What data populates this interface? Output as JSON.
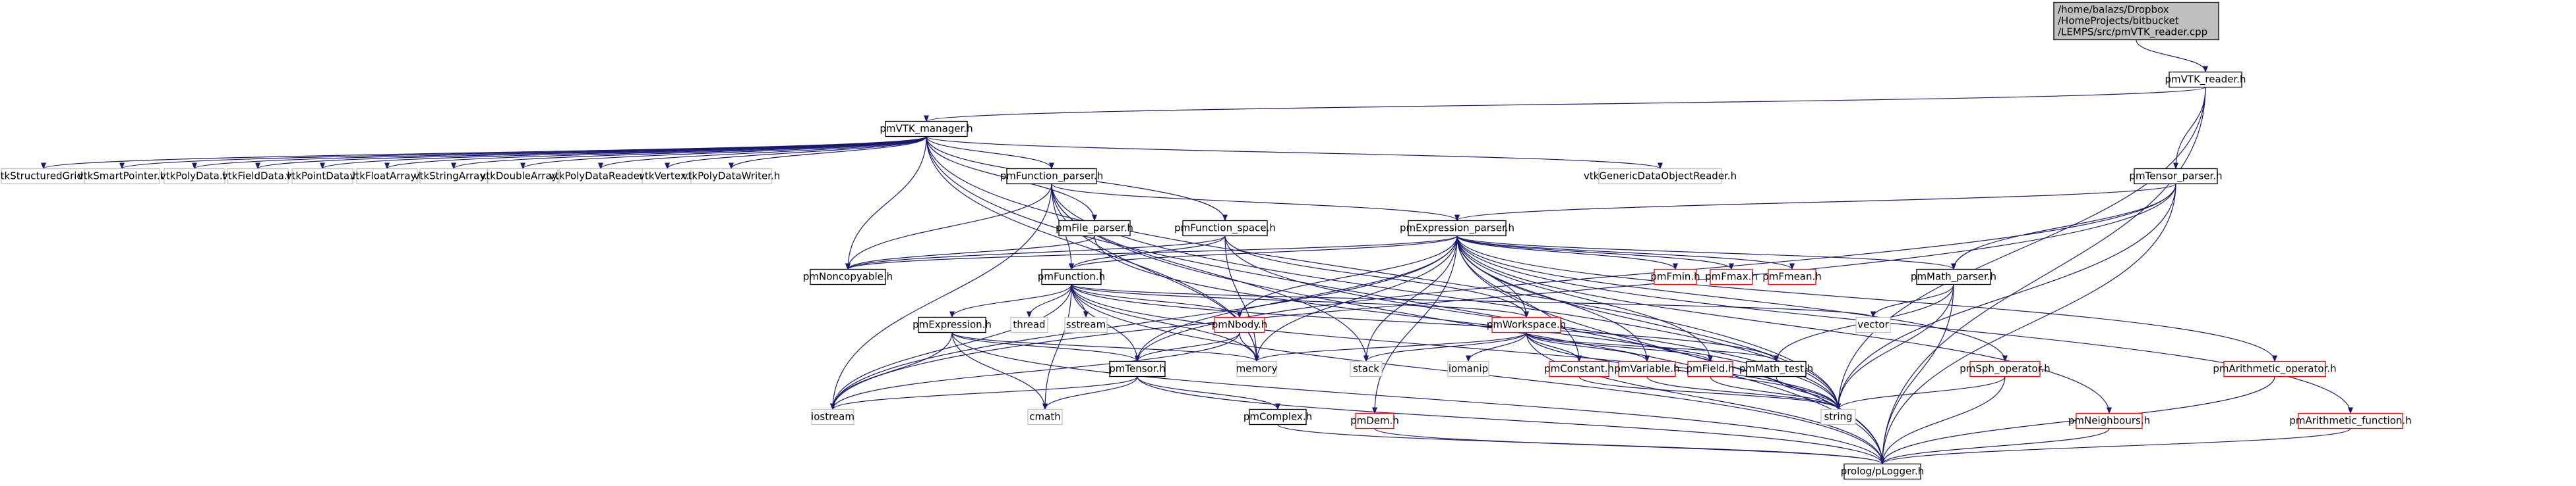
{
  "nodes": {
    "root": {
      "lines": [
        "/home/balazs/Dropbox",
        "/HomeProjects/bitbucket",
        "/LEMPS/src/pmVTK_reader.cpp"
      ],
      "kind": "root"
    },
    "pmVTK_reader": {
      "lines": [
        "pmVTK_reader.h"
      ],
      "kind": "file"
    },
    "pmVTK_manager": {
      "lines": [
        "pmVTK_manager.h"
      ],
      "kind": "file"
    },
    "pmTensor_parser": {
      "lines": [
        "pmTensor_parser.h"
      ],
      "kind": "file"
    },
    "vtkStructuredGrid": {
      "lines": [
        "vtkStructuredGrid.h"
      ],
      "kind": "system"
    },
    "vtkSmartPointer": {
      "lines": [
        "vtkSmartPointer.h"
      ],
      "kind": "system"
    },
    "vtkPolyData": {
      "lines": [
        "vtkPolyData.h"
      ],
      "kind": "system"
    },
    "vtkFieldData": {
      "lines": [
        "vtkFieldData.h"
      ],
      "kind": "system"
    },
    "vtkPointData": {
      "lines": [
        "vtkPointData.h"
      ],
      "kind": "system"
    },
    "vtkFloatArray": {
      "lines": [
        "vtkFloatArray.h"
      ],
      "kind": "system"
    },
    "vtkStringArray": {
      "lines": [
        "vtkStringArray.h"
      ],
      "kind": "system"
    },
    "vtkDoubleArray": {
      "lines": [
        "vtkDoubleArray.h"
      ],
      "kind": "system"
    },
    "vtkPolyDataReader": {
      "lines": [
        "vtkPolyDataReader.h"
      ],
      "kind": "system"
    },
    "vtkVertex": {
      "lines": [
        "vtkVertex.h"
      ],
      "kind": "system"
    },
    "vtkPolyDataWriter": {
      "lines": [
        "vtkPolyDataWriter.h"
      ],
      "kind": "system"
    },
    "vtkGenericDataObjectReader": {
      "lines": [
        "vtkGenericDataObjectReader.h"
      ],
      "kind": "system"
    },
    "pmFunction_parser": {
      "lines": [
        "pmFunction_parser.h"
      ],
      "kind": "file"
    },
    "pmFile_parser": {
      "lines": [
        "pmFile_parser.h"
      ],
      "kind": "file"
    },
    "pmFunction_space": {
      "lines": [
        "pmFunction_space.h"
      ],
      "kind": "file"
    },
    "pmExpression_parser": {
      "lines": [
        "pmExpression_parser.h"
      ],
      "kind": "file"
    },
    "pmNoncopyable": {
      "lines": [
        "pmNoncopyable.h"
      ],
      "kind": "file"
    },
    "pmFunction": {
      "lines": [
        "pmFunction.h"
      ],
      "kind": "file"
    },
    "pmFmin": {
      "lines": [
        "pmFmin.h"
      ],
      "kind": "missing"
    },
    "pmFmax": {
      "lines": [
        "pmFmax.h"
      ],
      "kind": "missing"
    },
    "pmFmean": {
      "lines": [
        "pmFmean.h"
      ],
      "kind": "missing"
    },
    "pmMath_parser": {
      "lines": [
        "pmMath_parser.h"
      ],
      "kind": "file"
    },
    "pmArithmetic_operator": {
      "lines": [
        "pmArithmetic_operator.h"
      ],
      "kind": "missing"
    },
    "vector": {
      "lines": [
        "vector"
      ],
      "kind": "system"
    },
    "thread": {
      "lines": [
        "thread"
      ],
      "kind": "system"
    },
    "sstream": {
      "lines": [
        "sstream"
      ],
      "kind": "system"
    },
    "pmExpression": {
      "lines": [
        "pmExpression.h"
      ],
      "kind": "file"
    },
    "pmNbody": {
      "lines": [
        "pmNbody.h"
      ],
      "kind": "missing"
    },
    "pmWorkspace": {
      "lines": [
        "pmWorkspace.h"
      ],
      "kind": "missing"
    },
    "memory": {
      "lines": [
        "memory"
      ],
      "kind": "system"
    },
    "stack": {
      "lines": [
        "stack"
      ],
      "kind": "system"
    },
    "iomanip": {
      "lines": [
        "iomanip"
      ],
      "kind": "system"
    },
    "pmConstant": {
      "lines": [
        "pmConstant.h"
      ],
      "kind": "missing"
    },
    "pmVariable": {
      "lines": [
        "pmVariable.h"
      ],
      "kind": "missing"
    },
    "pmField": {
      "lines": [
        "pmField.h"
      ],
      "kind": "missing"
    },
    "pmMath_test": {
      "lines": [
        "pmMath_test.h"
      ],
      "kind": "file"
    },
    "pmSph_operator": {
      "lines": [
        "pmSph_operator.h"
      ],
      "kind": "missing"
    },
    "pmTensor": {
      "lines": [
        "pmTensor.h"
      ],
      "kind": "file"
    },
    "iostream": {
      "lines": [
        "iostream"
      ],
      "kind": "system"
    },
    "cmath": {
      "lines": [
        "cmath"
      ],
      "kind": "system"
    },
    "pmComplex": {
      "lines": [
        "pmComplex.h"
      ],
      "kind": "file"
    },
    "pmDem": {
      "lines": [
        "pmDem.h"
      ],
      "kind": "missing"
    },
    "string": {
      "lines": [
        "string"
      ],
      "kind": "system"
    },
    "pmNeighbours": {
      "lines": [
        "pmNeighbours.h"
      ],
      "kind": "missing"
    },
    "pmArithmetic_function": {
      "lines": [
        "pmArithmetic_function.h"
      ],
      "kind": "missing"
    },
    "prolog": {
      "lines": [
        "prolog/pLogger.h"
      ],
      "kind": "file"
    }
  },
  "edges": [
    [
      "root",
      "pmVTK_reader"
    ],
    [
      "pmVTK_reader",
      "pmVTK_manager"
    ],
    [
      "pmVTK_reader",
      "pmTensor_parser"
    ],
    [
      "pmVTK_reader",
      "string"
    ],
    [
      "pmVTK_reader",
      "prolog"
    ],
    [
      "pmVTK_manager",
      "vtkStructuredGrid"
    ],
    [
      "pmVTK_manager",
      "vtkSmartPointer"
    ],
    [
      "pmVTK_manager",
      "vtkPolyData"
    ],
    [
      "pmVTK_manager",
      "vtkFieldData"
    ],
    [
      "pmVTK_manager",
      "vtkPointData"
    ],
    [
      "pmVTK_manager",
      "vtkFloatArray"
    ],
    [
      "pmVTK_manager",
      "vtkStringArray"
    ],
    [
      "pmVTK_manager",
      "vtkDoubleArray"
    ],
    [
      "pmVTK_manager",
      "vtkPolyDataReader"
    ],
    [
      "pmVTK_manager",
      "vtkVertex"
    ],
    [
      "pmVTK_manager",
      "vtkPolyDataWriter"
    ],
    [
      "pmVTK_manager",
      "vtkGenericDataObjectReader"
    ],
    [
      "pmVTK_manager",
      "pmFunction_parser"
    ],
    [
      "pmVTK_manager",
      "pmFile_parser"
    ],
    [
      "pmVTK_manager",
      "pmFunction_space"
    ],
    [
      "pmVTK_manager",
      "pmNoncopyable"
    ],
    [
      "pmVTK_manager",
      "memory"
    ],
    [
      "pmVTK_manager",
      "string"
    ],
    [
      "pmVTK_manager",
      "prolog"
    ],
    [
      "pmTensor_parser",
      "pmExpression_parser"
    ],
    [
      "pmTensor_parser",
      "pmMath_parser"
    ],
    [
      "pmTensor_parser",
      "pmTensor"
    ],
    [
      "pmTensor_parser",
      "string"
    ],
    [
      "pmTensor_parser",
      "prolog"
    ],
    [
      "pmTensor_parser",
      "iostream"
    ],
    [
      "pmFunction_parser",
      "pmExpression_parser"
    ],
    [
      "pmFunction_parser",
      "pmFunction"
    ],
    [
      "pmFunction_parser",
      "pmNoncopyable"
    ],
    [
      "pmFunction_parser",
      "memory"
    ],
    [
      "pmFunction_parser",
      "string"
    ],
    [
      "pmFunction_parser",
      "stack"
    ],
    [
      "pmFunction_parser",
      "iostream"
    ],
    [
      "pmFunction_parser",
      "prolog"
    ],
    [
      "pmFile_parser",
      "pmNoncopyable"
    ],
    [
      "pmFile_parser",
      "string"
    ],
    [
      "pmFunction_space",
      "pmFunction"
    ],
    [
      "pmFunction_space",
      "pmNoncopyable"
    ],
    [
      "pmFunction_space",
      "pmWorkspace"
    ],
    [
      "pmFunction_space",
      "memory"
    ],
    [
      "pmFunction_space",
      "string"
    ],
    [
      "pmExpression_parser",
      "pmFmin"
    ],
    [
      "pmExpression_parser",
      "pmFmax"
    ],
    [
      "pmExpression_parser",
      "pmFmean"
    ],
    [
      "pmExpression_parser",
      "pmMath_parser"
    ],
    [
      "pmExpression_parser",
      "pmArithmetic_operator"
    ],
    [
      "pmExpression_parser",
      "pmArithmetic_function"
    ],
    [
      "pmExpression_parser",
      "pmNeighbours"
    ],
    [
      "pmExpression_parser",
      "pmSph_operator"
    ],
    [
      "pmExpression_parser",
      "pmNbody"
    ],
    [
      "pmExpression_parser",
      "pmWorkspace"
    ],
    [
      "pmExpression_parser",
      "pmConstant"
    ],
    [
      "pmExpression_parser",
      "pmVariable"
    ],
    [
      "pmExpression_parser",
      "pmField"
    ],
    [
      "pmExpression_parser",
      "pmDem"
    ],
    [
      "pmExpression_parser",
      "pmFunction"
    ],
    [
      "pmExpression_parser",
      "pmNoncopyable"
    ],
    [
      "pmExpression_parser",
      "pmTensor"
    ],
    [
      "pmExpression_parser",
      "memory"
    ],
    [
      "pmExpression_parser",
      "stack"
    ],
    [
      "pmExpression_parser",
      "string"
    ],
    [
      "pmExpression_parser",
      "iostream"
    ],
    [
      "pmExpression_parser",
      "prolog"
    ],
    [
      "pmFunction",
      "pmExpression"
    ],
    [
      "pmFunction",
      "thread"
    ],
    [
      "pmFunction",
      "sstream"
    ],
    [
      "pmFunction",
      "vector"
    ],
    [
      "pmFunction",
      "pmWorkspace"
    ],
    [
      "pmFunction",
      "pmNbody"
    ],
    [
      "pmFunction",
      "pmTensor"
    ],
    [
      "pmFunction",
      "memory"
    ],
    [
      "pmFunction",
      "string"
    ],
    [
      "pmFunction",
      "iostream"
    ],
    [
      "pmFunction",
      "cmath"
    ],
    [
      "pmFunction",
      "prolog"
    ],
    [
      "pmFunction",
      "pmMath_test"
    ],
    [
      "pmMath_parser",
      "vector"
    ],
    [
      "pmMath_parser",
      "pmMath_test"
    ],
    [
      "pmMath_parser",
      "string"
    ],
    [
      "pmMath_parser",
      "prolog"
    ],
    [
      "pmArithmetic_operator",
      "prolog"
    ],
    [
      "pmArithmetic_function",
      "prolog"
    ],
    [
      "pmNeighbours",
      "prolog"
    ],
    [
      "pmSph_operator",
      "string"
    ],
    [
      "pmSph_operator",
      "prolog"
    ],
    [
      "pmExpression",
      "pmTensor"
    ],
    [
      "pmExpression",
      "memory"
    ],
    [
      "pmExpression",
      "cmath"
    ],
    [
      "pmExpression",
      "prolog"
    ],
    [
      "pmExpression",
      "iostream"
    ],
    [
      "pmNbody",
      "pmTensor"
    ],
    [
      "pmNbody",
      "memory"
    ],
    [
      "pmNbody",
      "iostream"
    ],
    [
      "pmWorkspace",
      "pmConstant"
    ],
    [
      "pmWorkspace",
      "pmVariable"
    ],
    [
      "pmWorkspace",
      "pmField"
    ],
    [
      "pmWorkspace",
      "pmMath_test"
    ],
    [
      "pmWorkspace",
      "iomanip"
    ],
    [
      "pmWorkspace",
      "stack"
    ],
    [
      "pmWorkspace",
      "memory"
    ],
    [
      "pmWorkspace",
      "string"
    ],
    [
      "pmWorkspace",
      "prolog"
    ],
    [
      "pmConstant",
      "string"
    ],
    [
      "pmVariable",
      "string"
    ],
    [
      "pmField",
      "string"
    ],
    [
      "pmMath_test",
      "string"
    ],
    [
      "pmTensor",
      "cmath"
    ],
    [
      "pmTensor",
      "iostream"
    ],
    [
      "pmTensor",
      "pmComplex"
    ],
    [
      "pmTensor",
      "prolog"
    ],
    [
      "pmComplex",
      "prolog"
    ],
    [
      "pmDem",
      "prolog"
    ]
  ],
  "colors": {
    "edge": "#191970",
    "file_border": "#000000",
    "system_border": "#bfbfbf",
    "missing_border": "#ff0000",
    "root_fill": "#bfbfbf",
    "text": "#000000"
  }
}
